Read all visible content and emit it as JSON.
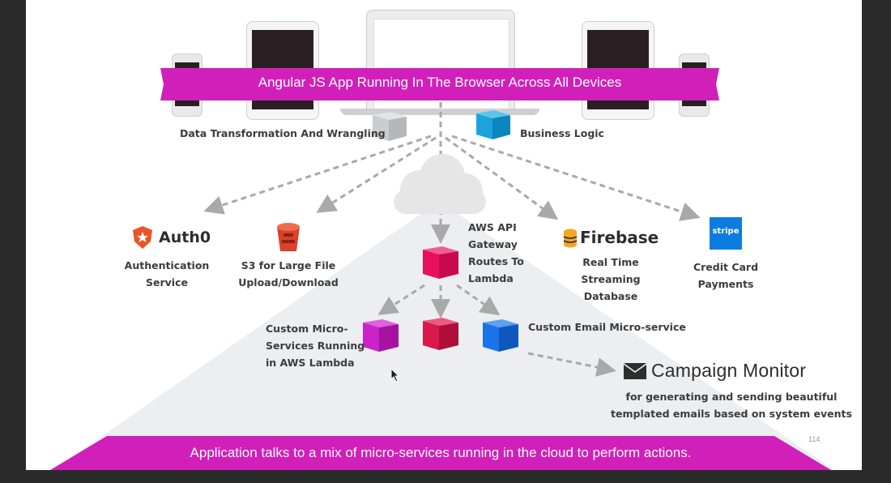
{
  "top_banner": "Angular JS App Running In The Browser Across All Devices",
  "bottom_banner": "Application talks to a mix of micro-services running in the cloud to perform actions.",
  "labels": {
    "data_transformation": "Data Transformation And Wrangling",
    "business_logic": "Business Logic",
    "auth0_caption": [
      "Authentication",
      "Service"
    ],
    "s3_caption": [
      "S3 for Large File",
      "Upload/Download"
    ],
    "aws_api": [
      "AWS API",
      "Gateway",
      "Routes To",
      "Lambda"
    ],
    "firebase_caption": [
      "Real Time",
      "Streaming Database"
    ],
    "stripe_caption": [
      "Credit Card",
      "Payments"
    ],
    "custom_micro": [
      "Custom Micro-",
      "Services Running",
      "in AWS Lambda"
    ],
    "custom_email": "Custom Email Micro-service",
    "campaign_caption": [
      "for generating and sending beautiful",
      "templated emails based on system events"
    ]
  },
  "brands": {
    "auth0": "Auth0",
    "firebase": "Firebase",
    "stripe": "stripe",
    "campaign_monitor": "Campaign Monitor"
  },
  "page_number": "114",
  "colors": {
    "magenta": "#d11fba",
    "crimson_cube": "#e8105e",
    "purple_cube": "#c923c9",
    "red_cube": "#d9184b",
    "blue_cube": "#1a73e8",
    "cyan_cube": "#1aa3dd",
    "gray_cube": "#cfd2d6",
    "auth0": "#eb5424",
    "s3": "#d9432c",
    "stripe": "#0d7ce0",
    "firebase_yellow": "#f5a623"
  }
}
